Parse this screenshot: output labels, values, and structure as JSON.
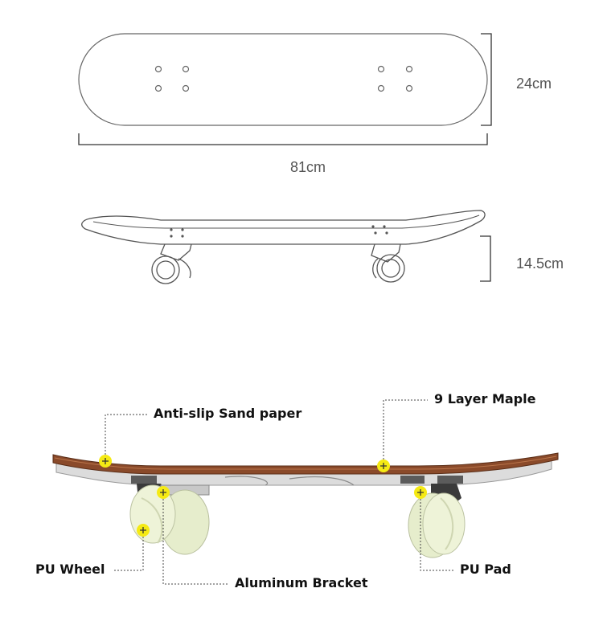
{
  "dimensions": {
    "width": "24cm",
    "length": "81cm",
    "height": "14.5cm"
  },
  "callouts": {
    "sand_paper": "Anti-slip Sand paper",
    "maple": "9 Layer Maple",
    "wheel": "PU Wheel",
    "bracket": "Aluminum Bracket",
    "pad": "PU Pad"
  },
  "colors": {
    "marker": "#f5ea14",
    "deck_wood": "#8a4a2a",
    "wheel": "#eef3d8"
  }
}
